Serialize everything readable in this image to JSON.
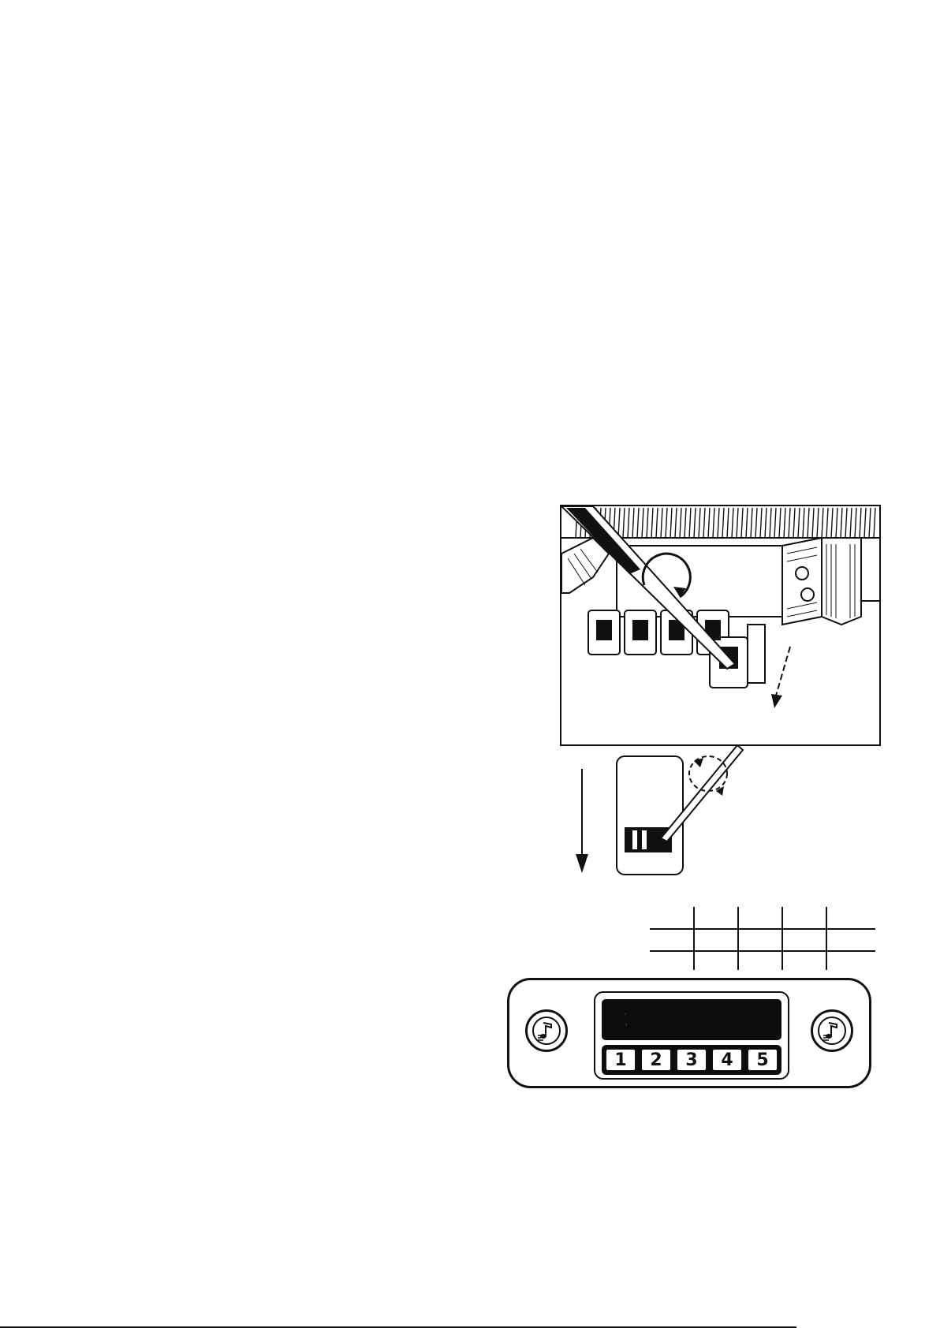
{
  "radio": {
    "preset_buttons": [
      "1",
      "2",
      "3",
      "4",
      "5"
    ],
    "knob_icon": "music-note-icon"
  },
  "colors": {
    "ink": "#111111",
    "paper": "#ffffff"
  }
}
